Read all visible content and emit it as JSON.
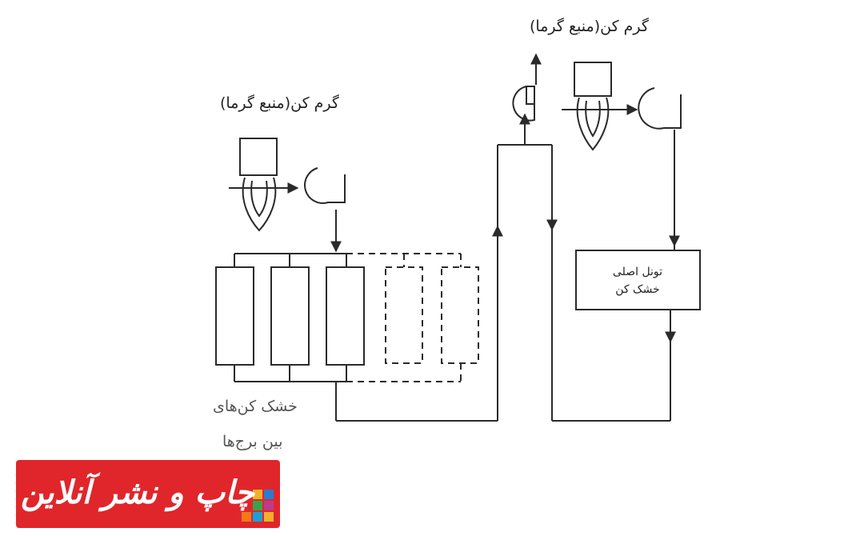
{
  "labels": {
    "heater_left": "گرم کن(منبع گرما)",
    "heater_right": "گرم کن(منبع گرما)",
    "tunnel_line1": "تونل اصلی",
    "tunnel_line2": "خشک کن",
    "dryers_line1": "خشک کن‌های",
    "dryers_line2": "بین برج‌ها"
  },
  "logo": {
    "text": "چاپ و نشر آنلاین",
    "background": "#e0262b",
    "text_color": "#ffffff",
    "mosaic_colors": [
      "#f2b02a",
      "#2a7bd1",
      "#3aa34a",
      "#c03a8a",
      "#f07a1a",
      "#1c9fd6"
    ]
  },
  "colors": {
    "line": "#2a2a2a",
    "dashed": "#2a2a2a"
  }
}
